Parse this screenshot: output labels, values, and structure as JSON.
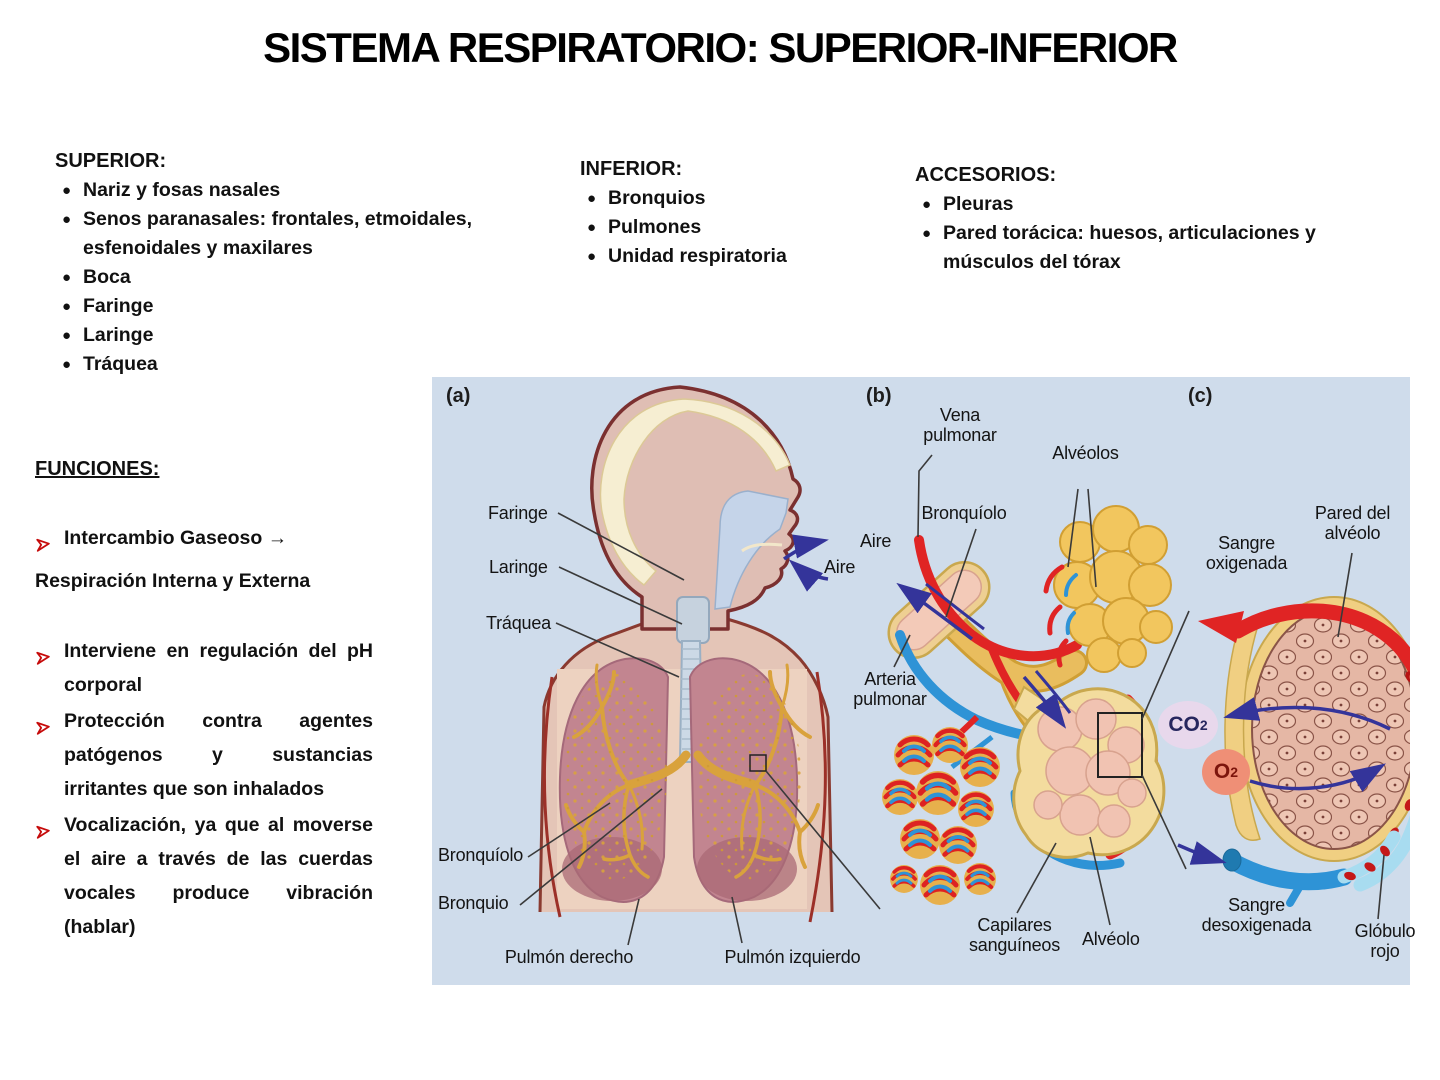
{
  "title": "SISTEMA RESPIRATORIO: SUPERIOR-INFERIOR",
  "lists": {
    "superior": {
      "heading": "SUPERIOR:",
      "items": [
        "Nariz y fosas nasales",
        "Senos paranasales: frontales, etmoidales, esfenoidales y maxilares",
        "Boca",
        "Faringe",
        "Laringe",
        "Tráquea"
      ]
    },
    "inferior": {
      "heading": "INFERIOR:",
      "items": [
        "Bronquios",
        "Pulmones",
        "Unidad respiratoria"
      ]
    },
    "accesorios": {
      "heading": "ACCESORIOS:",
      "items": [
        "Pleuras",
        "Pared torácica: huesos, articulaciones y músculos del tórax"
      ]
    }
  },
  "funciones": {
    "heading": "FUNCIONES:",
    "item1": "Intercambio Gaseoso →",
    "item1_cont": "Respiración Interna y Externa",
    "item2": "Interviene en regulación del pH corporal",
    "item3": "Protección contra agentes patógenos y sustancias irritantes que son inhalados",
    "item4": "Vocalización, ya que al moverse el aire a través de las cuerdas vocales produce vibración (hablar)"
  },
  "diagram": {
    "section_a": "(a)",
    "section_b": "(b)",
    "section_c": "(c)",
    "labels": {
      "faringe": "Faringe",
      "laringe": "Laringe",
      "traquea": "Tráquea",
      "aire_a": "Aire",
      "bronquiolo_a": "Bronquíolo",
      "bronquio": "Bronquio",
      "pulmon_derecho": "Pulmón derecho",
      "pulmon_izquierdo": "Pulmón izquierdo",
      "vena_pulmonar": "Vena pulmonar",
      "alveolos": "Alvéolos",
      "bronquiolo_b": "Bronquíolo",
      "aire_b": "Aire",
      "arteria_pulmonar": "Arteria pulmonar",
      "capilares_sanguineos": "Capilares sanguíneos",
      "alveolo": "Alvéolo",
      "sangre_oxigenada": "Sangre oxigenada",
      "pared_del_alveolo": "Pared del alvéolo",
      "co2_main": "CO",
      "co2_sub": "2",
      "o2_main": "O",
      "o2_sub": "2",
      "sangre_desoxigenada": "Sangre desoxigenada",
      "globulo_rojo": "Glóbulo rojo"
    }
  },
  "colors": {
    "panel_bg": "#cfdceb",
    "bullet_red": "#cc1111",
    "vessel_red": "#e02424",
    "vessel_blue": "#2e93d6",
    "arrow_navy": "#34349a",
    "alveoli_gold": "#f2c65e",
    "lung_mauve": "#c28590"
  }
}
